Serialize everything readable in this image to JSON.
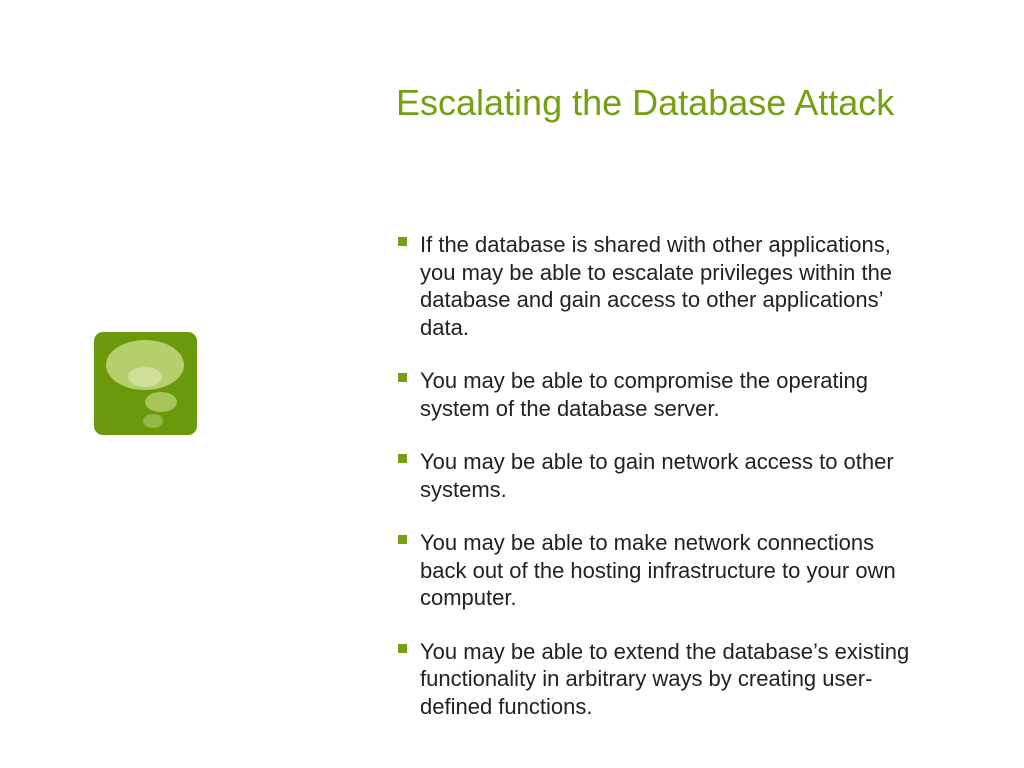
{
  "slide": {
    "title": "Escalating the Database Attack",
    "bullets": [
      "If the database is shared with other applications, you may be able to escalate privileges within the database and gain access to other applications’ data.",
      "You may be able to compromise the operating system of the database server.",
      "You may be able to gain network access to other systems.",
      "You may be able to make network connections back out of the hosting infrastructure to your own computer.",
      "You may be able to extend the database’s existing functionality in arbitrary ways by creating user-defined functions."
    ]
  },
  "colors": {
    "accent": "#74a012",
    "logo_background": "#6a9a0c",
    "text": "#222222",
    "background": "#ffffff"
  },
  "icons": {
    "logo": "thought-bubble-icon",
    "bullet": "square-bullet-icon"
  }
}
